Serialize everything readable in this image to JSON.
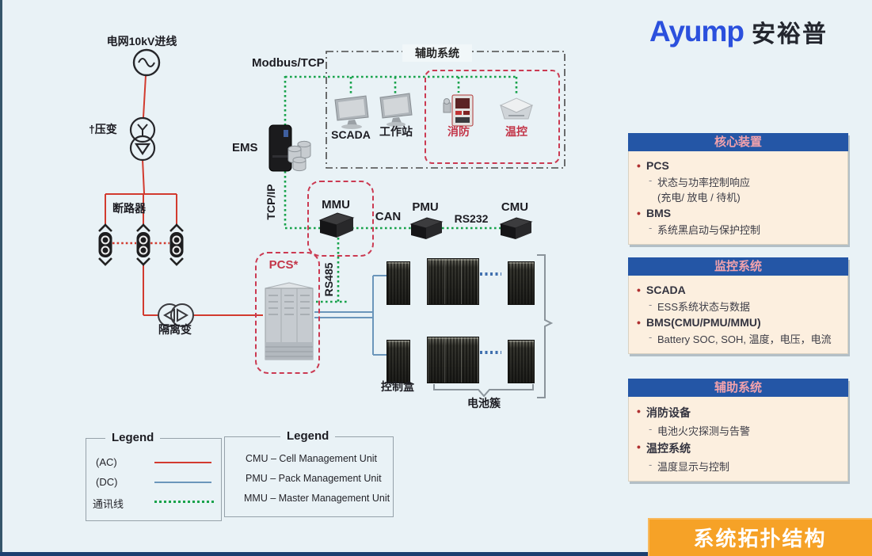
{
  "logo": {
    "brand": "Ayump",
    "name": "安裕普"
  },
  "banner": {
    "title": "系统拓扑结构"
  },
  "diagram": {
    "grid_in": "电网10kV进线",
    "step_transformer": "†压变",
    "breaker": "断路器",
    "isolation_transformer": "隔离变",
    "modbus": "Modbus/TCP",
    "ems": "EMS",
    "tcpip": "TCP/IP",
    "aux_box_title": "辅助系统",
    "scada": "SCADA",
    "workstation": "工作站",
    "fire": "消防",
    "temp": "温控",
    "mmu": "MMU",
    "can": "CAN",
    "pmu": "PMU",
    "rs232": "RS232",
    "cmu": "CMU",
    "rs485": "RS485",
    "pcs": "PCS*",
    "control_box": "控制盒",
    "battery_cluster": "电池簇"
  },
  "legend_lines": {
    "title": "Legend",
    "ac": "(AC)",
    "dc": "(DC)",
    "comm": "通讯线"
  },
  "legend_units": {
    "title": "Legend",
    "r1": "CMU – Cell Management Unit",
    "r2": "PMU – Pack Management Unit",
    "r3": "MMU – Master Management Unit"
  },
  "panels": {
    "core": {
      "title": "核心装置",
      "i1": {
        "head": "PCS",
        "s1": "状态与功率控制响应",
        "s2": "(充电/ 放电 / 待机)"
      },
      "i2": {
        "head": "BMS",
        "s1": "系统黑启动与保护控制"
      }
    },
    "monitor": {
      "title": "监控系统",
      "i1": {
        "head": "SCADA",
        "s1": "ESS系统状态与数据"
      },
      "i2": {
        "head": "BMS(CMU/PMU/MMU)",
        "s1": "Battery SOC, SOH, 温度，电压，电流"
      }
    },
    "aux": {
      "title": "辅助系统",
      "i1": {
        "head": "消防设备",
        "s1": "电池火灾探测与告警"
      },
      "i2": {
        "head": "温控系统",
        "s1": "温度显示与控制"
      }
    }
  },
  "colors": {
    "header_blue": "#2456A6",
    "header_title_pink": "#F2A2AC",
    "panel_body": "#FCEFDF",
    "banner_orange": "#F6A227",
    "ac_red": "#D23B2F",
    "dc_blue": "#6B96BB",
    "comm_green": "#17A24B",
    "dashed_box_red": "#CB3A52",
    "logo_blue": "#2B50DD"
  }
}
